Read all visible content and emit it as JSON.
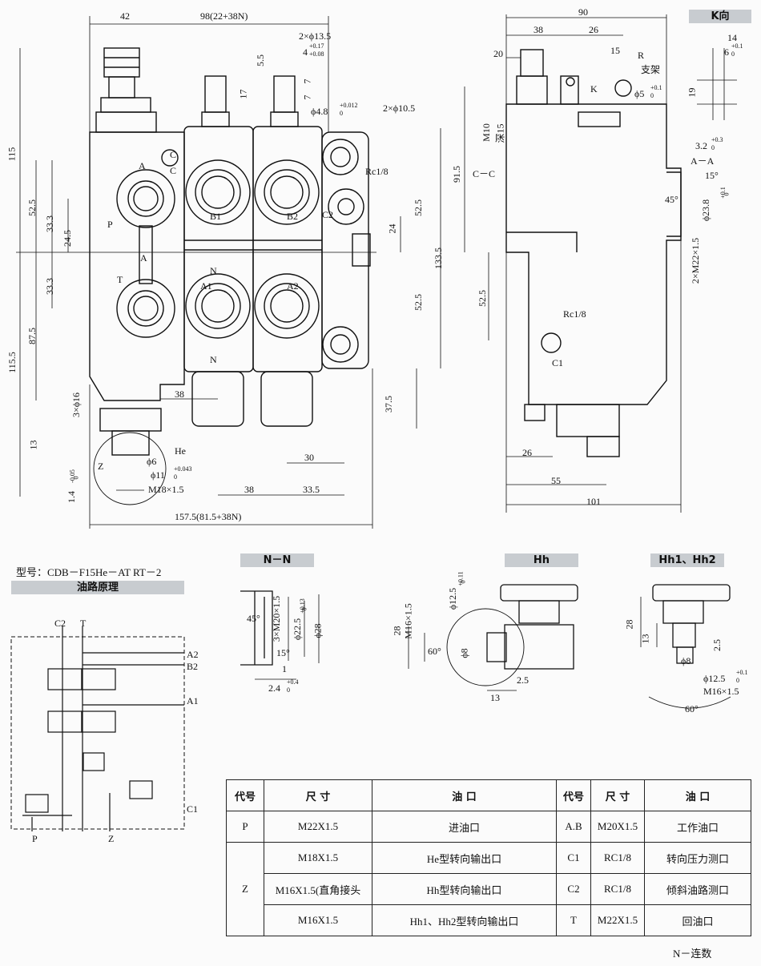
{
  "banners": {
    "k_view": "K向",
    "circuit": "油路原理",
    "nn": "N－N",
    "hh": "Hh",
    "hh12": "Hh1、Hh2"
  },
  "model_label": "型号：CDB－F15He－AT RT－2",
  "footnote": "N－连数",
  "front_view": {
    "dims": {
      "d42": "42",
      "d98": "98(22+38N)",
      "d2x13_5": "2×ϕ13.5",
      "d5_5": "5.5",
      "d4tol": "4",
      "d4tol_up": "+0.17",
      "d4tol_lo": "+0.08",
      "d17": "17",
      "d7a": "7",
      "d7b": "7",
      "d4_8": "ϕ4.8",
      "d4_8tol": "+0.012",
      "d4_8tol_lo": "0",
      "d2x10_5": "2×ϕ10.5",
      "rc18": "Rc1/8",
      "d115": "115",
      "d52_5a": "52.5",
      "d33_3a": "33.3",
      "d24_5": "24.5",
      "d33_3b": "33.3",
      "d87_5": "87.5",
      "d115_5": "115.5",
      "d3xphi16": "3×ϕ16",
      "d13": "13",
      "d1_4": "1.4",
      "d1_4tol": "0",
      "d1_4tol_lo": "-0.05",
      "d91_5": "91.5",
      "d52_5b": "52.5",
      "d24": "24",
      "d133_5": "133.5",
      "d52_5c": "52.5",
      "d37_5": "37.5",
      "d38a": "38",
      "d30": "30",
      "d38b": "38",
      "d33_5": "33.5",
      "d157_5": "157.5(81.5+38N)",
      "phi6": "ϕ6",
      "phi11": "ϕ11",
      "phi11tol": "+0.043",
      "phi11tol_lo": "0",
      "m18": "M18×1.5",
      "he": "He",
      "z": "Z"
    },
    "ports": {
      "p": "P",
      "t": "T",
      "a": "A",
      "c": "C",
      "b1": "B1",
      "b2": "B2",
      "a1": "A1",
      "a2": "A2",
      "c2": "C2",
      "n": "N"
    }
  },
  "side_view": {
    "dims": {
      "d90": "90",
      "d38": "38",
      "d26a": "26",
      "d20": "20",
      "d15": "15",
      "r": "R",
      "support": "支架",
      "k": "K",
      "phi5": "ϕ5",
      "phi5tol": "+0.1",
      "phi5tol_lo": "0",
      "m10": "M10",
      "depth15": "深15",
      "cc": "C－C",
      "d3_2": "3.2",
      "d3_2tol": "+0.3",
      "d3_2tol_lo": "0",
      "aa": "A－A",
      "d15deg": "15°",
      "d45deg": "45°",
      "phi23_8": "ϕ23.8",
      "phi23_8tol": "+0.1",
      "phi23_8tol_lo": "0",
      "m22": "2×M22×1.5",
      "d52_5": "52.5",
      "rc18": "Rc1/8",
      "c1": "C1",
      "d26b": "26",
      "d55": "55",
      "d101": "101"
    },
    "k_dims": {
      "d14": "14",
      "d6": "6",
      "d6tol": "+0.1",
      "d6tol_lo": "0",
      "d19": "19"
    }
  },
  "circuit": {
    "c2": "C2",
    "t": "T",
    "a2": "A2",
    "b2": "B2",
    "a1": "A1",
    "c1": "C1",
    "p": "P",
    "z": "Z"
  },
  "nn_view": {
    "d45": "45°",
    "m20": "3×M20×1.5",
    "phi22_5": "ϕ22.5",
    "phi22_5tol": "+0.13",
    "phi22_5tol_lo": "0",
    "phi28": "ϕ28",
    "d15": "15°",
    "d1": "1",
    "d2_4": "2.4",
    "d2_4tol": "+0.4",
    "d2_4tol_lo": "0"
  },
  "hh_view": {
    "d28": "28",
    "m16": "M16×1.5",
    "phi12_5": "ϕ12.5",
    "phi12_5tol": "+0.11",
    "phi12_5tol_lo": "0",
    "d60": "60°",
    "phi8": "ϕ8",
    "d2_5": "2.5",
    "d13": "13"
  },
  "hh12_view": {
    "d28": "28",
    "d13": "13",
    "d2_5": "2.5",
    "phi8": "ϕ8",
    "phi12_5": "ϕ12.5",
    "phi12_5tol": "+0.1",
    "phi12_5tol_lo": "0",
    "m16": "M16×1.5",
    "d60": "60°"
  },
  "table": {
    "headers": [
      "代号",
      "尺  寸",
      "油  口",
      "代号",
      "尺  寸",
      "油  口"
    ],
    "rows": [
      {
        "code": "P",
        "size": "M22X1.5",
        "port": "进油口",
        "code2": "A.B",
        "size2": "M20X1.5",
        "port2": "工作油口"
      },
      {
        "code": "Z",
        "size": "M18X1.5",
        "port": "He型转向输出口",
        "code2": "C1",
        "size2": "RC1/8",
        "port2": "转向压力测口"
      },
      {
        "code": "",
        "size": "M16X1.5(直角接头",
        "port": "Hh型转向输出口",
        "code2": "C2",
        "size2": "RC1/8",
        "port2": "倾斜油路测口"
      },
      {
        "code": "",
        "size": "M16X1.5",
        "port": "Hh1、Hh2型转向输出口",
        "code2": "T",
        "size2": "M22X1.5",
        "port2": "回油口"
      }
    ]
  }
}
